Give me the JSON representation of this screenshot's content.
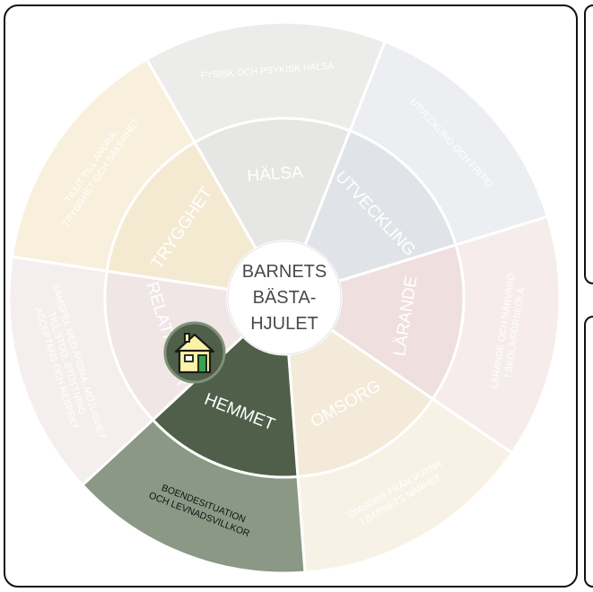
{
  "center": {
    "line1": "BARNETS",
    "line2": "BÄSTA-",
    "line3": "HJULET"
  },
  "segments": [
    {
      "key": "halsa",
      "inner": "HÄLSA",
      "outer1": "FYSISK OCH PSYKISK HÄLSA",
      "outer2": "",
      "outer3": "",
      "inner_color": "#e6e6e4",
      "outer_color": "#ececea"
    },
    {
      "key": "utveckling",
      "inner": "UTVECKLING",
      "outer1": "UTVECKLING OCH FRITID",
      "outer2": "",
      "outer3": "",
      "inner_color": "#e0e3e8",
      "outer_color": "#eceef1"
    },
    {
      "key": "larande",
      "inner": "LÄRANDE",
      "outer1": "LÄRANDE OCH NÄRVARO",
      "outer2": "I SKOLA/FÖRSKOLA",
      "outer3": "",
      "inner_color": "#efe0df",
      "outer_color": "#f6ecec"
    },
    {
      "key": "omsorg",
      "inner": "OMSORG",
      "outer1": "OMSORG FRÅN VUXNA",
      "outer2": "I BARNETS NÄRHET",
      "outer3": "",
      "inner_color": "#f3ead9",
      "outer_color": "#f8f2e6"
    },
    {
      "key": "hemmet",
      "inner": "HEMMET",
      "outer1": "BOENDESITUATION",
      "outer2": "OCH LEVNADSVILLKOR",
      "outer3": "",
      "inner_color": "#4f5f4a",
      "outer_color": "#8a9885"
    },
    {
      "key": "relationer",
      "inner": "RELATIONER",
      "outer1": "SAMSPEL MED ANDRA, MÖJLIGHET",
      "outer2": "TILL STÖD, STÖTTNING,",
      "outer3": "ACCEPTANS OCH RESPEKT",
      "inner_color": "#f1e6e6",
      "outer_color": "#f5eeee"
    },
    {
      "key": "trygghet",
      "inner": "TRYGGHET",
      "outer1": "TILLIT TILL ANDRA,",
      "outer2": "TRYGGHET OCH SÄKERHET",
      "outer3": "",
      "inner_color": "#f4ead2",
      "outer_color": "#f8f0dc"
    }
  ],
  "highlight": "hemmet",
  "colors": {
    "border": "#111111",
    "gap": "#ffffff",
    "center": "#ffffff",
    "center_text": "#4a4a4a",
    "faded_text": "#ffffff",
    "active_text": "#ffffff",
    "active_outer_text": "#111111",
    "house_wall": "#fbf2a8",
    "house_door": "#3aa34a",
    "house_badge": "#4f5f4a"
  },
  "icons": {
    "home": "house-icon"
  }
}
